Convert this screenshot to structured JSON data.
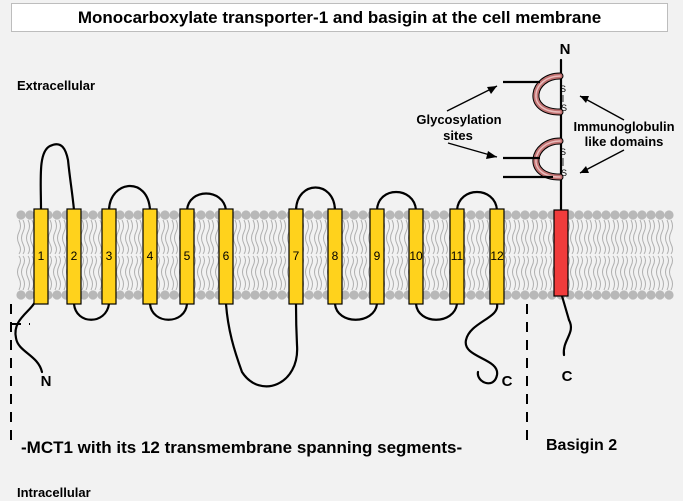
{
  "title": "Monocarboxylate transporter-1 and basigin at the cell membrane",
  "labels": {
    "extracellular": "Extracellular",
    "intracellular": "Intracellular",
    "glycosylation": [
      "Glycosylation",
      "sites"
    ],
    "immunoglobulin": [
      "Immunoglobulin",
      "like domains"
    ],
    "mct1": "MCT1 with its 12 transmembrane spanning segments",
    "basigin": "Basigin 2",
    "mct1_n": "N",
    "mct1_c": "C",
    "basigin_n": "N",
    "basigin_c": "C",
    "disulfide": "S"
  },
  "segments": [
    "1",
    "2",
    "3",
    "4",
    "5",
    "6",
    "7",
    "8",
    "9",
    "10",
    "11",
    "12"
  ],
  "colors": {
    "background": "#f2f2f2",
    "segment": "#ffd21c",
    "basigin_segment": "#f03c3c",
    "lipid_head": "#b8b8b8",
    "lipid_tail": "#b0b0b0",
    "ig_domain": "#c07070"
  }
}
